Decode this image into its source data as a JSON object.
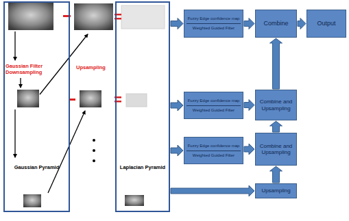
{
  "diagram": {
    "nodes": [
      {
        "text": [
          "Gaussian Pyramid"
        ]
      },
      {
        "text": [
          "Laplacian Pyramid"
        ]
      },
      {
        "text": [
          "Fuzzy Edge confidence map",
          "Weighted Guided Filter"
        ]
      },
      {
        "text": [
          "Combine"
        ]
      },
      {
        "text": [
          "Output"
        ]
      },
      {
        "text": [
          "Fuzzy Edge confidence map",
          "Weighted Guided Filter"
        ]
      },
      {
        "text": [
          "Combine and Upsampling"
        ]
      },
      {
        "text": [
          "Fuzzy Edge confidence map",
          "Weighted Guided Filter"
        ]
      },
      {
        "text": [
          "Combine and Upsampling"
        ]
      },
      {
        "text": [
          "Upsampling"
        ]
      }
    ],
    "edges": [
      {
        "from": 1,
        "to": 2,
        "arrow": "to"
      },
      {
        "from": 2,
        "to": 3,
        "arrow": "to"
      },
      {
        "from": 3,
        "to": 4,
        "arrow": "to"
      },
      {
        "from": 1,
        "to": 5,
        "arrow": "to"
      },
      {
        "from": 5,
        "to": 6,
        "arrow": "to"
      },
      {
        "from": 6,
        "to": 3,
        "arrow": "to"
      },
      {
        "from": 1,
        "to": 7,
        "arrow": "to"
      },
      {
        "from": 7,
        "to": 8,
        "arrow": "to"
      },
      {
        "from": 8,
        "to": 6,
        "arrow": "to"
      },
      {
        "from": 1,
        "to": 9,
        "arrow": "to"
      },
      {
        "from": 9,
        "to": 8,
        "arrow": "to"
      }
    ],
    "labels": [
      "Gaussian Filter Downsampling",
      "Upsampling"
    ]
  }
}
